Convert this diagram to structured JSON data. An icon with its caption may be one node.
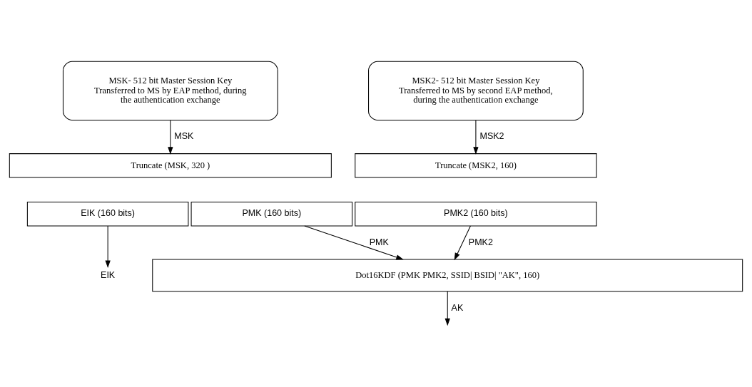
{
  "diagram": {
    "nodes": [
      {
        "text": [
          "MSK- 512 bit Master Session Key Transferred to MS by EAP method, during the authentication exchange"
        ]
      },
      {
        "text": [
          "MSK2- 512 bit Master Session Key Transferred to MS by second EAP method, during the authentication exchange"
        ]
      },
      {
        "text": [
          "Truncate (MSK, 320 )"
        ]
      },
      {
        "text": [
          "EIK (160 bits)"
        ]
      },
      {
        "text": [
          "PMK (160 bits)"
        ]
      },
      {
        "text": [
          "Truncate (MSK2, 160)"
        ]
      },
      {
        "text": [
          "PMK2 (160 bits)"
        ]
      },
      {
        "text": [
          "EIK"
        ]
      },
      {
        "text": [
          "Dot16KDF (PMK PMK2, SSID| BSID| \"AK\", 160)"
        ]
      }
    ],
    "edges": [
      {
        "from": 0,
        "to": 2,
        "arrow": "to",
        "label": "MSK"
      },
      {
        "from": 1,
        "to": 5,
        "arrow": "to",
        "label": "MSK2"
      },
      {
        "from": 3,
        "to": 7,
        "arrow": "to"
      },
      {
        "from": 4,
        "to": 8,
        "arrow": "to",
        "label": "PMK"
      },
      {
        "from": 6,
        "to": 8,
        "arrow": "to",
        "label": "PMK2"
      },
      {
        "from": 8,
        "to": null,
        "arrow": "to",
        "label": "AK"
      }
    ]
  }
}
